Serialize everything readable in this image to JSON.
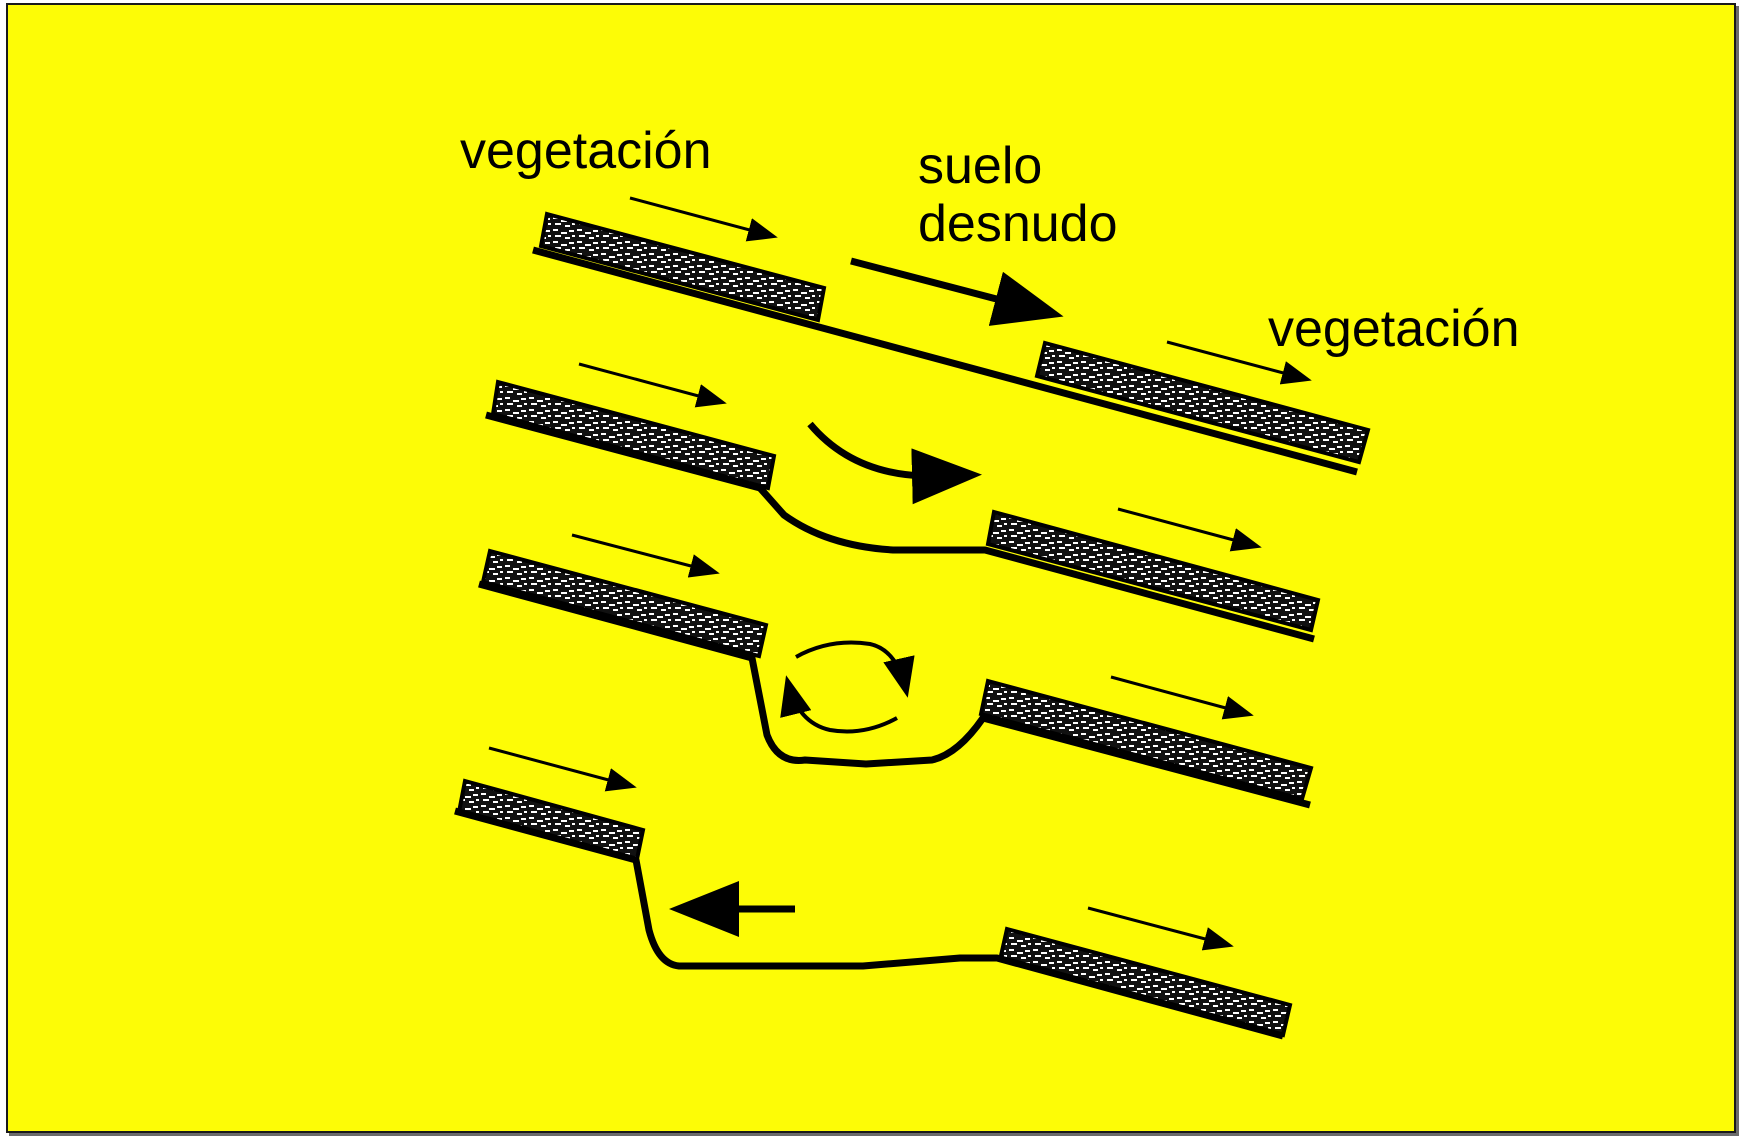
{
  "labels": {
    "vegetation_left": "vegetación",
    "bare_soil_line1": "suelo",
    "bare_soil_line2": "desnudo",
    "vegetation_right": "vegetación"
  },
  "colors": {
    "background": "#fdfc06",
    "ink": "#000000",
    "hatch_light": "#ffffff"
  }
}
